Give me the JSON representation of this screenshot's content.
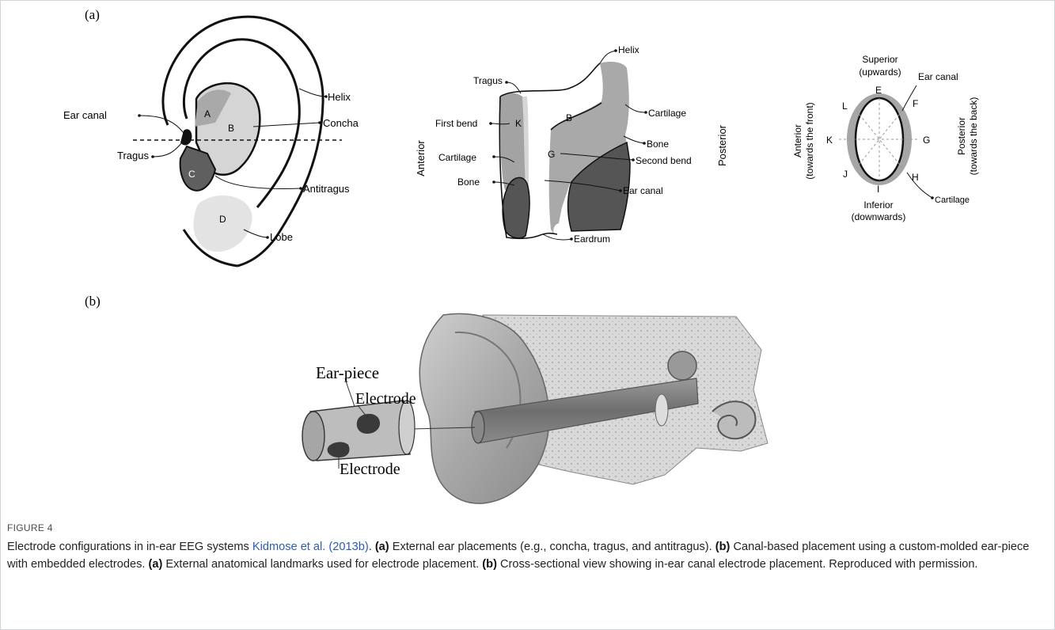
{
  "figure": {
    "panel_a_label": "(a)",
    "panel_b_label": "(b)",
    "outer_ear": {
      "regions": [
        "A",
        "B",
        "C",
        "D"
      ],
      "labels": {
        "ear_canal": "Ear canal",
        "tragus": "Tragus",
        "helix": "Helix",
        "concha": "Concha",
        "antitragus": "Antitragus",
        "lobe": "Lobe"
      }
    },
    "canal_section": {
      "letters": [
        "B",
        "K",
        "G"
      ],
      "labels": {
        "helix": "Helix",
        "tragus": "Tragus",
        "cartilage_right": "Cartilage",
        "first_bend": "First bend",
        "bone_right": "Bone",
        "second_bend": "Second bend",
        "cartilage_left": "Cartilage",
        "bone_left": "Bone",
        "ear_canal": "Ear canal",
        "eardrum": "Eardrum",
        "anterior": "Anterior",
        "posterior": "Posterior"
      }
    },
    "cross_section": {
      "superior_1": "Superior",
      "superior_2": "(upwards)",
      "inferior_1": "Inferior",
      "inferior_2": "(downwards)",
      "ear_canal": "Ear canal",
      "cartilage": "Cartilage",
      "anterior_1": "Anterior",
      "anterior_2": "(towards the front)",
      "posterior_1": "Posterior",
      "posterior_2": "(towards the back)",
      "points": [
        "E",
        "F",
        "G",
        "H",
        "I",
        "J",
        "K",
        "L"
      ]
    },
    "earpiece": {
      "ear_piece": "Ear-piece",
      "electrode_top": "Electrode",
      "electrode_bottom": "Electrode"
    }
  },
  "caption": {
    "figure_number": "FIGURE 4",
    "part1": "Electrode configurations in in-ear EEG systems ",
    "citation": "Kidmose et al. (2013b)",
    "part2": ". ",
    "a1": "(a)",
    "t1": " External ear placements (e.g., concha, tragus, and antitragus). ",
    "b1": "(b)",
    "t2": " Canal-based placement using a custom-molded ear-piece with embedded electrodes. ",
    "a2": "(a)",
    "t3": " External anatomical landmarks used for electrode placement. ",
    "b2": "(b)",
    "t4": " Cross-sectional view showing in-ear canal electrode placement. Reproduced with permission."
  }
}
